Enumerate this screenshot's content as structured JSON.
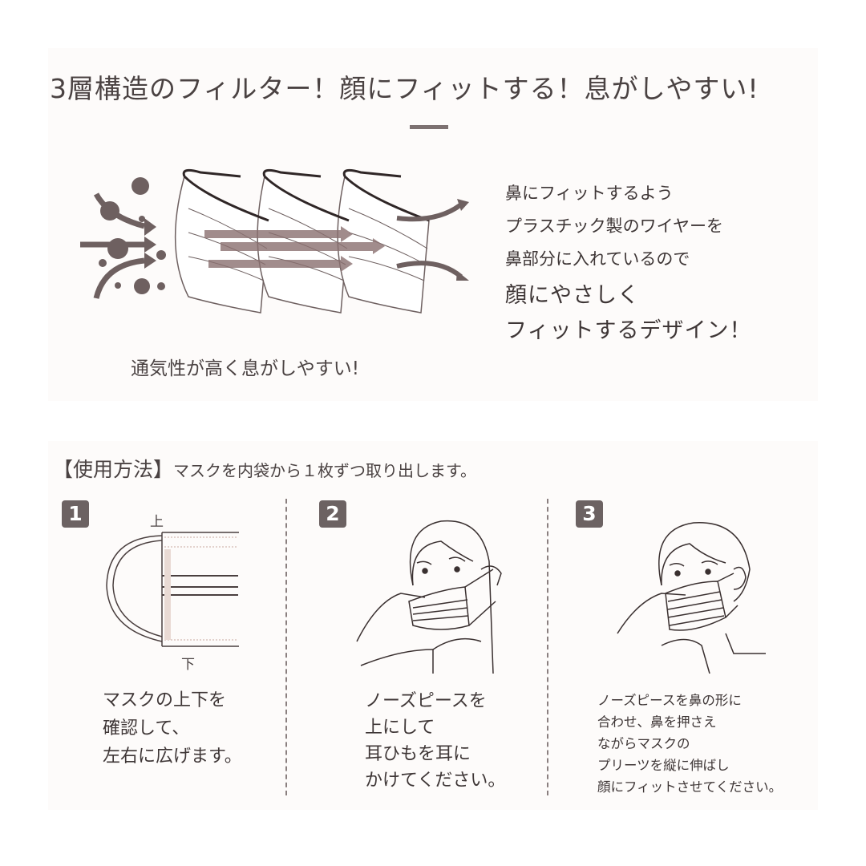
{
  "header": {
    "headline": "3層構造のフィルター！顔にフィットする！息がしやすい!"
  },
  "feature": {
    "airflow_caption": "通気性が高く息がしやすい!",
    "fit_lines": [
      "鼻にフィットするよう",
      "プラスチック製のワイヤーを",
      "鼻部分に入れているので",
      "顔にやさしく",
      "フィットするデザイン！"
    ]
  },
  "usage": {
    "label": "【使用方法】",
    "intro": "マスクを内袋から１枚ずつ取り出します。",
    "steps": [
      {
        "number": "1",
        "top_label": "上",
        "bottom_label": "下",
        "lines": [
          "マスクの上下を",
          "確認して、",
          "左右に広げます。"
        ]
      },
      {
        "number": "2",
        "lines": [
          "ノーズピースを",
          "上にして",
          "耳ひもを耳に",
          "かけてください。"
        ]
      },
      {
        "number": "3",
        "lines": [
          "ノーズピースを鼻の形に",
          "合わせ、鼻を押さえ",
          "ながらマスクの",
          "プリーツを縦に伸ばし",
          "顔にフィットさせてください。"
        ]
      }
    ]
  },
  "colors": {
    "text": "#3e3636",
    "badge": "#6c6262",
    "arrow": "#8a7070",
    "panel": "#fdfbfa"
  }
}
